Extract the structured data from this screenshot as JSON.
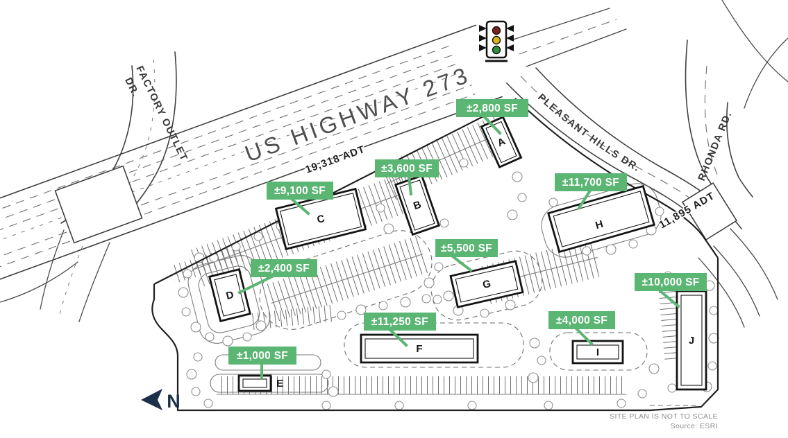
{
  "map": {
    "highway": {
      "name": "US HIGHWAY 273",
      "adt": "19,318 ADT"
    },
    "pleasant_hills": {
      "name": "PLEASANT HILLS DR."
    },
    "rhonda": {
      "name": "RHONDA RD.",
      "adt": "11,895 ADT"
    },
    "factory_outlet": {
      "line1": "FACTORY OUTLET",
      "line2": "DR."
    }
  },
  "buildings": [
    {
      "letter": "A",
      "sf": "±2,800 SF"
    },
    {
      "letter": "B",
      "sf": "±3,600 SF"
    },
    {
      "letter": "C",
      "sf": "±9,100 SF"
    },
    {
      "letter": "D",
      "sf": "±2,400 SF"
    },
    {
      "letter": "E",
      "sf": "±1,000 SF"
    },
    {
      "letter": "F",
      "sf": "±11,250 SF"
    },
    {
      "letter": "G",
      "sf": "±5,500 SF"
    },
    {
      "letter": "H",
      "sf": "±11,700 SF"
    },
    {
      "letter": "I",
      "sf": "±4,000 SF"
    },
    {
      "letter": "J",
      "sf": "±10,000 SF"
    }
  ],
  "north": {
    "label": "N"
  },
  "footer": {
    "scale_note": "SITE PLAN IS NOT TO SCALE",
    "source_note": "Source: ESRI"
  },
  "icons": {
    "traffic_light": "traffic-light-icon",
    "north_arrow": "north-arrow-icon"
  },
  "colors": {
    "accent_green": "#5BB573",
    "navy": "#1C3049",
    "ink": "#3F3F3F"
  }
}
